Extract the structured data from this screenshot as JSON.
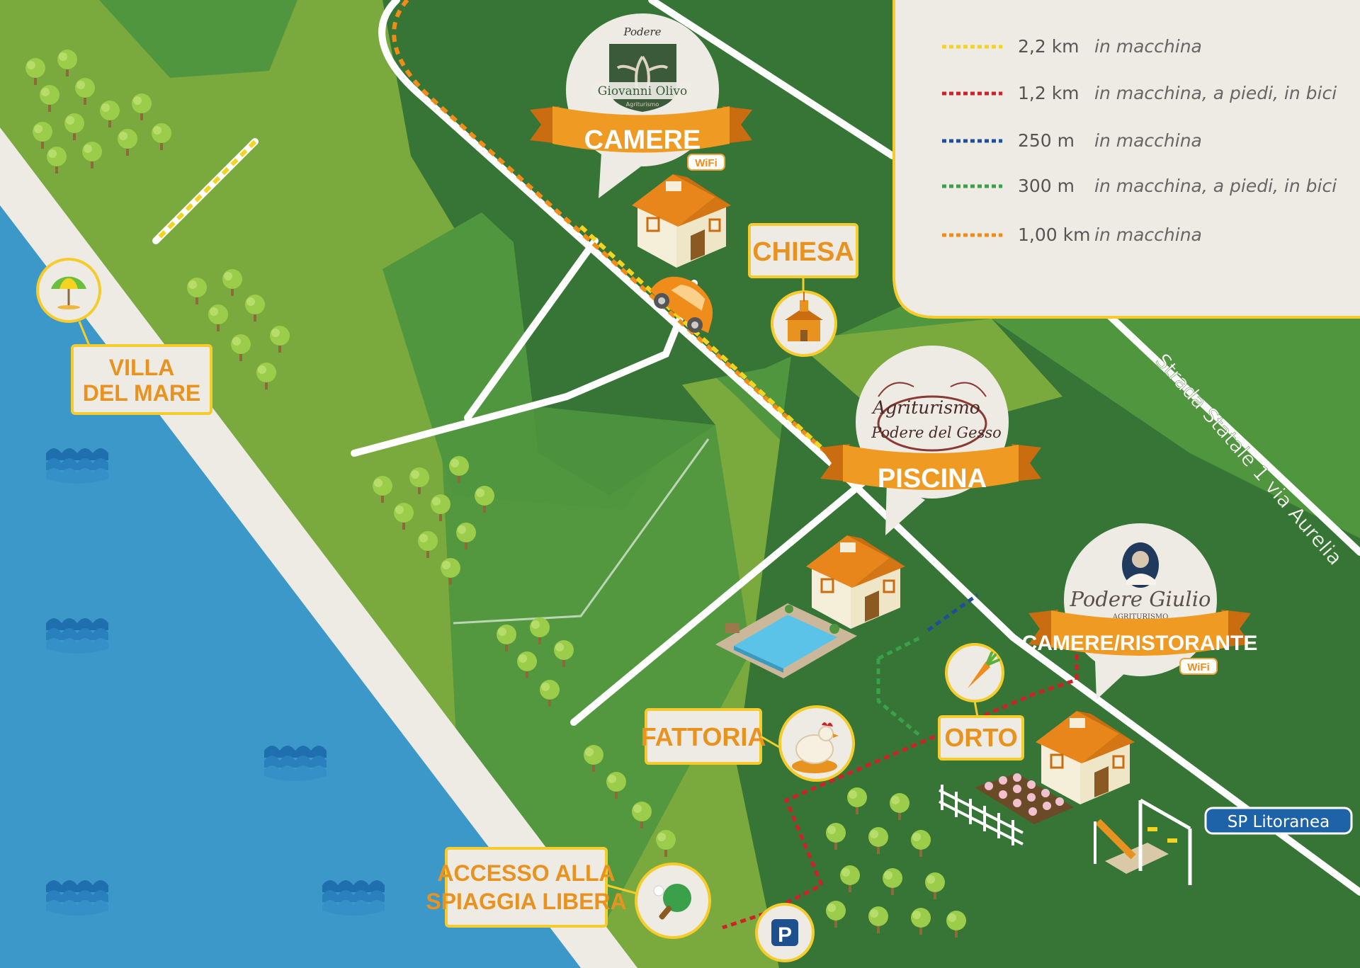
{
  "legend": {
    "items": [
      {
        "distance": "2,2 km",
        "mode": "in macchina",
        "color": "#f5d321"
      },
      {
        "distance": "1,2 km",
        "mode": "in macchina, a piedi, in bici",
        "color": "#d0202a"
      },
      {
        "distance": "250 m",
        "mode": "in macchina",
        "color": "#1f4f9a"
      },
      {
        "distance": "300 m",
        "mode": "in macchina, a piedi, in bici",
        "color": "#3aa04a"
      },
      {
        "distance": "1,00 km",
        "mode": "in macchina",
        "color": "#ef8c1a"
      }
    ]
  },
  "places": {
    "villa_line1": "VILLA",
    "villa_line2": "DEL MARE",
    "chiesa": "CHIESA",
    "fattoria": "FATTORIA",
    "orto": "ORTO",
    "accesso_line1": "ACCESSO ALLA",
    "accesso_line2": "SPIAGGIA LIBERA",
    "parking": "P"
  },
  "properties": {
    "olivo": {
      "logo_top": "Podere",
      "logo_name": "Giovanni Olivo",
      "logo_sub": "Agriturismo",
      "banner": "CAMERE",
      "wifi": "WiFi"
    },
    "gesso": {
      "logo_line1": "Agriturismo",
      "logo_line2": "Podere del Gesso",
      "banner": "PISCINA"
    },
    "giulio": {
      "logo_name": "Podere Giulio",
      "logo_sub": "AGRITURISMO",
      "banner": "CAMERE/RISTORANTE",
      "wifi": "WiFi"
    }
  },
  "roads": {
    "aurelia": "Strada Statale 1 via Aurelia",
    "litoranea": "SP Litoranea"
  },
  "colors": {
    "sea": "#3b98c9",
    "beach": "#eeebe4",
    "grass_light": "#7aaa3d",
    "grass_mid": "#4f963f",
    "grass_dark": "#367535",
    "accent": "#e8931f",
    "label_bg": "#f2eee6",
    "label_border": "#f5cc2c"
  }
}
